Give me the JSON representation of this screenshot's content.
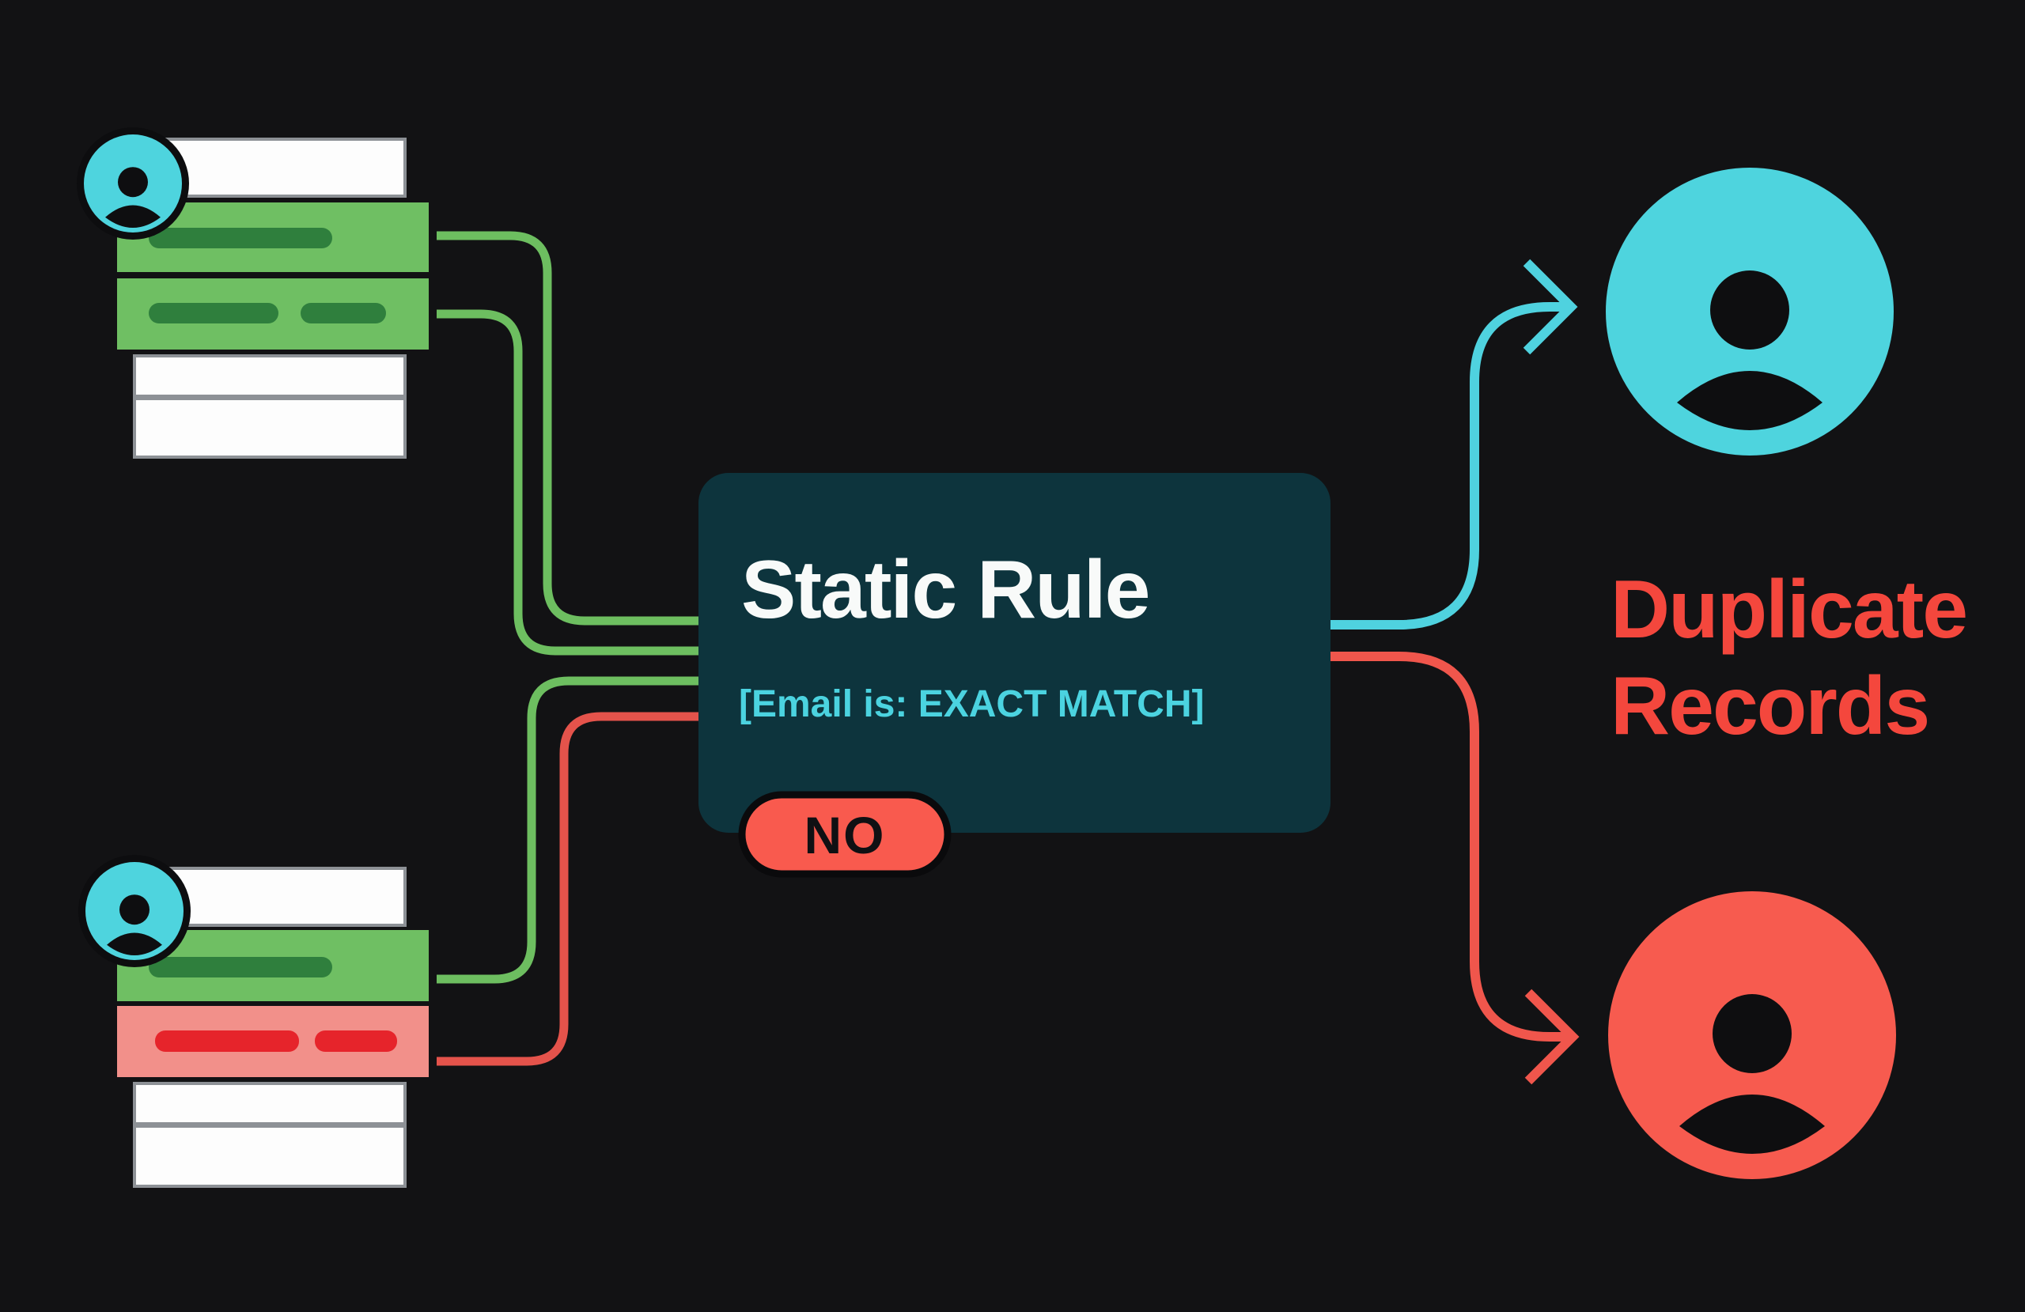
{
  "diagram": {
    "rule_node": {
      "title": "Static Rule",
      "condition": "[Email is: EXACT MATCH]",
      "badge": "NO"
    },
    "output_label": {
      "text": "Duplicate Records",
      "lines": [
        "Duplicate",
        "Records"
      ]
    },
    "icons": {
      "record_contact": "person-circle-icon",
      "duplicate_result_top": "person-circle-icon",
      "duplicate_result_bottom": "person-circle-icon",
      "flow_arrows": "right-arrowhead"
    },
    "nodes": {
      "record_top": "contact record card (email fields matched, green)",
      "record_bottom": "contact record card (email field mismatched, red)",
      "rule_box": "static rule decision node",
      "result_top": "duplicate contact avatar (teal)",
      "result_bottom": "duplicate contact avatar (red)"
    }
  },
  "colors": {
    "background": "#121214",
    "card_white_row": "#FDFDFD",
    "card_row_border": "#8D9196",
    "matched_row_green": "#6FBF63",
    "matched_pill_dark_green": "#2F7F3D",
    "mismatch_row_salmon": "#F2908A",
    "mismatch_pill_red": "#E6242B",
    "avatar_teal": "#4ED4DE",
    "avatar_red": "#F75B4F",
    "connector_green": "#6DBE60",
    "connector_red": "#E4534B",
    "connector_teal": "#4FD2DF",
    "rule_box_background": "#0D343D",
    "rule_title_text": "#F8FAF9",
    "rule_condition_text": "#4BD3E0",
    "no_badge_fill": "#F95A4E",
    "no_badge_outline": "#0A0A0C",
    "duplicate_label_text": "#F4473D",
    "icon_black": "#0E0E10"
  }
}
